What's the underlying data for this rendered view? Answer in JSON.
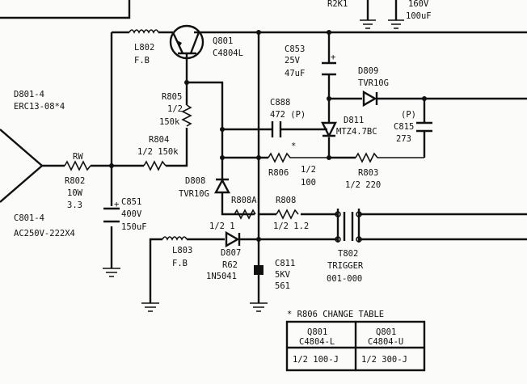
{
  "labels": {
    "r2k1": "R2K1",
    "v160": "160V",
    "c_top": "100uF",
    "l802": "L802",
    "l802_sub": "F.B",
    "q801": "Q801",
    "q801_sub": "C4804L",
    "c853": "C853",
    "c853_v": "25V",
    "c853_val": "47uF",
    "d809": "D809",
    "d809_sub": "TVR10G",
    "d801_4": "D801-4",
    "d801_4_sub": "ERC13-08*4",
    "r805": "R805",
    "r805_w": "1/2",
    "r805_val": "150k",
    "c888": "C888",
    "c888_val": "472 (P)",
    "d811": "D811",
    "d811_sub": "MTZ4.7BC",
    "p": "(P)",
    "c815": "C815",
    "c815_val": "273",
    "r804": "R804",
    "r804_val": "1/2 150k",
    "star": "*",
    "rw": "RW",
    "r802": "R802",
    "r802_w": "10W",
    "r802_val": "3.3",
    "r806": "R806",
    "r806_w": "1/2",
    "r806_val": "100",
    "r803": "R803",
    "r803_val": "1/2 220",
    "d808": "D808",
    "d808_sub": "TVR10G",
    "r808a": "R808A",
    "r808a_w": "1/2 1",
    "r808": "R808",
    "r808_val": "1/2 1.2",
    "c851": "C851",
    "c851_v": "400V",
    "c851_val": "150uF",
    "c801_4": "C801-4",
    "c801_4_sub": "AC250V-222X4",
    "l803": "L803",
    "l803_sub": "F.B",
    "d807": "D807",
    "d807_a": "R62",
    "d807_b": "1N5041",
    "c811": "C811",
    "c811_v": "5KV",
    "c811_val": "561",
    "t802": "T802",
    "t802_sub": "TRIGGER",
    "t802_val": "001-000"
  },
  "change_table": {
    "title": "* R806 CHANGE TABLE",
    "col1_head_a": "Q801",
    "col1_head_b": "C4804-L",
    "col2_head_a": "Q801",
    "col2_head_b": "C4804-U",
    "col1_value": "1/2 100-J",
    "col2_value": "1/2 300-J"
  }
}
